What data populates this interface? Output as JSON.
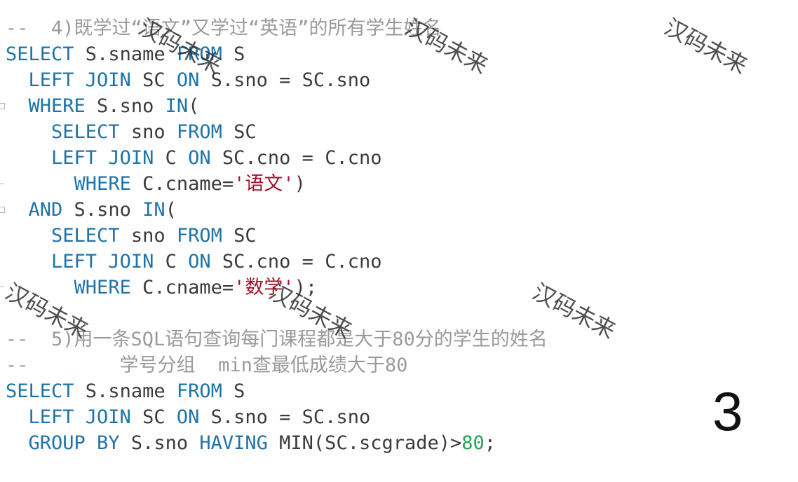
{
  "code_lines": [
    {
      "tokens": [
        {
          "t": "--  4)既学过“语文”又学过“英语”的所有学生姓名",
          "c": "com"
        }
      ]
    },
    {
      "tokens": [
        {
          "t": "SELECT",
          "c": "kw"
        },
        {
          "t": " S.sname ",
          "c": "tx"
        },
        {
          "t": "FROM",
          "c": "kw"
        },
        {
          "t": " S",
          "c": "tx"
        }
      ]
    },
    {
      "tokens": [
        {
          "t": "  ",
          "c": "tx"
        },
        {
          "t": "LEFT JOIN",
          "c": "kw"
        },
        {
          "t": " SC ",
          "c": "tx"
        },
        {
          "t": "ON",
          "c": "kw"
        },
        {
          "t": " S.sno = SC.sno",
          "c": "tx"
        }
      ]
    },
    {
      "tokens": [
        {
          "t": "  ",
          "c": "tx"
        },
        {
          "t": "WHERE",
          "c": "kw"
        },
        {
          "t": " S.sno ",
          "c": "tx"
        },
        {
          "t": "IN",
          "c": "kw"
        },
        {
          "t": "(",
          "c": "tx"
        }
      ]
    },
    {
      "tokens": [
        {
          "t": "    ",
          "c": "tx"
        },
        {
          "t": "SELECT",
          "c": "kw"
        },
        {
          "t": " sno ",
          "c": "tx"
        },
        {
          "t": "FROM",
          "c": "kw"
        },
        {
          "t": " SC",
          "c": "tx"
        }
      ]
    },
    {
      "tokens": [
        {
          "t": "    ",
          "c": "tx"
        },
        {
          "t": "LEFT JOIN",
          "c": "kw"
        },
        {
          "t": " C ",
          "c": "tx"
        },
        {
          "t": "ON",
          "c": "kw"
        },
        {
          "t": " SC.cno = C.cno",
          "c": "tx"
        }
      ]
    },
    {
      "tokens": [
        {
          "t": "      ",
          "c": "tx"
        },
        {
          "t": "WHERE",
          "c": "kw"
        },
        {
          "t": " C.cname=",
          "c": "tx"
        },
        {
          "t": "'语文'",
          "c": "str"
        },
        {
          "t": ")",
          "c": "tx"
        }
      ]
    },
    {
      "tokens": [
        {
          "t": "  ",
          "c": "tx"
        },
        {
          "t": "AND",
          "c": "kw"
        },
        {
          "t": " S.sno ",
          "c": "tx"
        },
        {
          "t": "IN",
          "c": "kw"
        },
        {
          "t": "(",
          "c": "tx"
        }
      ]
    },
    {
      "tokens": [
        {
          "t": "    ",
          "c": "tx"
        },
        {
          "t": "SELECT",
          "c": "kw"
        },
        {
          "t": " sno ",
          "c": "tx"
        },
        {
          "t": "FROM",
          "c": "kw"
        },
        {
          "t": " SC",
          "c": "tx"
        }
      ]
    },
    {
      "tokens": [
        {
          "t": "    ",
          "c": "tx"
        },
        {
          "t": "LEFT JOIN",
          "c": "kw"
        },
        {
          "t": " C ",
          "c": "tx"
        },
        {
          "t": "ON",
          "c": "kw"
        },
        {
          "t": " SC.cno = C.cno",
          "c": "tx"
        }
      ]
    },
    {
      "tokens": [
        {
          "t": "      ",
          "c": "tx"
        },
        {
          "t": "WHERE",
          "c": "kw"
        },
        {
          "t": " C.cname=",
          "c": "tx"
        },
        {
          "t": "'数学'",
          "c": "str"
        },
        {
          "t": ");",
          "c": "tx"
        }
      ]
    },
    {
      "tokens": []
    },
    {
      "tokens": [
        {
          "t": "--  5)用一条SQL语句查询每门课程都是大于80分的学生的姓名",
          "c": "com"
        }
      ]
    },
    {
      "tokens": [
        {
          "t": "--        学号分组  min查最低成绩大于80",
          "c": "com"
        }
      ]
    },
    {
      "tokens": [
        {
          "t": "SELECT",
          "c": "kw"
        },
        {
          "t": " S.sname ",
          "c": "tx"
        },
        {
          "t": "FROM",
          "c": "kw"
        },
        {
          "t": " S",
          "c": "tx"
        }
      ]
    },
    {
      "tokens": [
        {
          "t": "  ",
          "c": "tx"
        },
        {
          "t": "LEFT JOIN",
          "c": "kw"
        },
        {
          "t": " SC ",
          "c": "tx"
        },
        {
          "t": "ON",
          "c": "kw"
        },
        {
          "t": " S.sno = SC.sno",
          "c": "tx"
        }
      ]
    },
    {
      "tokens": [
        {
          "t": "  ",
          "c": "tx"
        },
        {
          "t": "GROUP BY",
          "c": "kw"
        },
        {
          "t": " S.sno ",
          "c": "tx"
        },
        {
          "t": "HAVING",
          "c": "kw"
        },
        {
          "t": " MIN(SC.scgrade)>",
          "c": "tx"
        },
        {
          "t": "80",
          "c": "num"
        },
        {
          "t": ";",
          "c": "tx"
        }
      ]
    }
  ],
  "watermark_text": "汉码未来",
  "page_number": "3",
  "colors": {
    "keyword": "#1f73a8",
    "string": "#a3152b",
    "number": "#25a35a",
    "comment": "#9a9a9a",
    "text": "#3b3b3b"
  }
}
